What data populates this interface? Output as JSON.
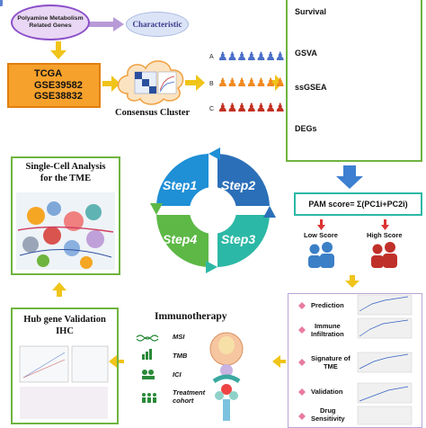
{
  "top": {
    "genes_label": "Polyamine Metabolism\nRelated Genes",
    "characteristic": "Characteristic",
    "datasets": [
      "TCGA",
      "GSE39582",
      "GSE38832"
    ],
    "consensus_cluster": "Consensus Cluster",
    "cluster_labels": [
      "A",
      "B",
      "C"
    ]
  },
  "right_panel": {
    "items": [
      "Survival",
      "GSVA",
      "ssGSEA",
      "DEGs"
    ]
  },
  "score": {
    "formula": "PAM score= Σ(PC1i+PC2i)",
    "low": "Low Score",
    "high": "High Score"
  },
  "steps": [
    "Step1",
    "Step2",
    "Step3",
    "Step4"
  ],
  "single_cell": {
    "title_line1": "Single-Cell Analysis",
    "title_line2": "for the TME"
  },
  "hub_gene": {
    "title_line1": "Hub gene Validation",
    "title_line2": "IHC"
  },
  "immunotherapy": {
    "title": "Immunotherapy",
    "items": [
      "MSI",
      "TMB",
      "ICI",
      "Treatment\ncohort"
    ]
  },
  "bottom_right": {
    "items": [
      "Prediction",
      "Immune\nInfiltration",
      "Signature of\nTME",
      "Validation",
      "Drug\nSensitivity"
    ]
  },
  "colors": {
    "step1": "#1f8fd6",
    "step2": "#2b6fb8",
    "step3": "#2cb8a6",
    "step4": "#5db846",
    "arrow_blue": "#3d7fd0",
    "arrow_yellow": "#f0c419",
    "tcga_fill": "#f6a12b",
    "gene_oval": "#e9d7f5",
    "characteristic_oval": "#dbe4f7",
    "low_score": "#3b7fc6",
    "high_score": "#c0302a"
  }
}
